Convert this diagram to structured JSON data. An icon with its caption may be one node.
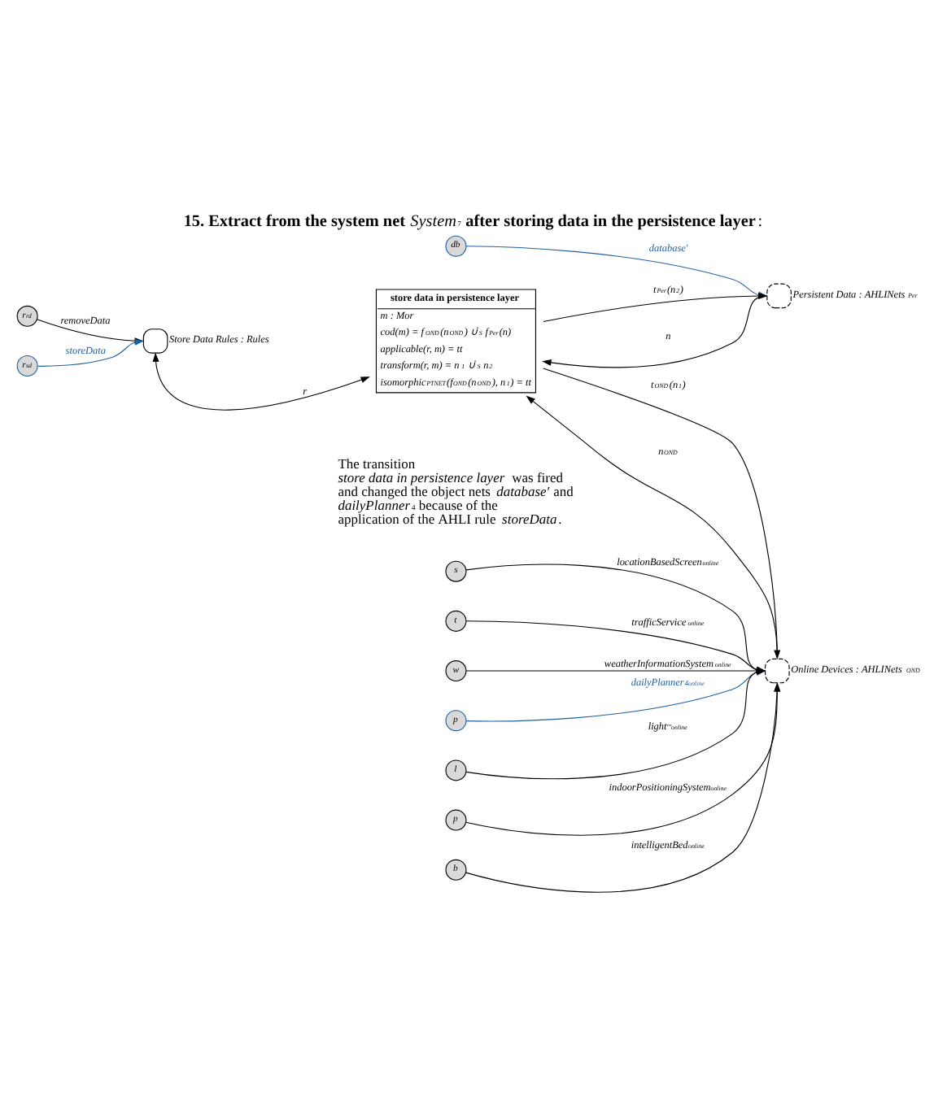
{
  "diagram": {
    "title": "**15. Extract from the system net** *System*$^{7}$ **after storing data in the persistence layer**:",
    "caption": "The transition *store data in persistence layer* was fired and changed the object nets *database′* and *dailyPlanner*$^{4}$ because of the application of the AHLI rule *storeData*.",
    "nodes": [
      {
        "text": [
          "r$_{rd}$"
        ]
      },
      {
        "text": [
          "r$_{sd}$"
        ]
      },
      {
        "text": [
          "db"
        ]
      },
      {
        "text": [],
        "shape": "circle",
        "beside": [
          "Store Data Rules : Rules"
        ]
      },
      {
        "text": [],
        "shape": "circle",
        "beside": [
          "Persistent Data : AHLINets$_{Per}$"
        ]
      },
      {
        "text": [
          "p"
        ]
      },
      {
        "text": [
          "l"
        ]
      },
      {
        "text": [],
        "shape": "circle",
        "beside": [
          "Online Devices : AHLINets$_{OND}$"
        ]
      },
      {
        "text": [
          "**store data in persistence layer**",
          "m : Mor",
          "cod(m) = f$_{OND}$(n$_{OND}$) ∪̇$_{S}$ f$_{Per}$(n)",
          "applicable(r, m) = tt",
          "transform(r, m) = n$_{1}$ ∪̇$_{S}$ n$_{2}$",
          "isomorphic$_{PTNET}$(f$_{OND}$(n$_{OND}$), n$_{1}$) = tt"
        ]
      },
      {
        "text": [
          "p"
        ]
      },
      {
        "text": [
          "b"
        ]
      },
      {
        "text": [
          "s"
        ]
      },
      {
        "text": [
          "t"
        ]
      },
      {
        "text": [
          "w"
        ]
      }
    ],
    "edges": [
      {
        "from": 0,
        "to": 3,
        "arrow": "to",
        "label": "removeData"
      },
      {
        "from": 1,
        "to": 3,
        "arrow": "to",
        "label": "storeData",
        "color": "#2060a0"
      },
      {
        "from": 2,
        "to": 4,
        "arrow": "to",
        "label": "database′",
        "color": "#2060a0"
      },
      {
        "from": 3,
        "to": 8,
        "arrow": "both",
        "label": "r"
      },
      {
        "from": 4,
        "to": 8,
        "arrow": "to",
        "label": "n"
      },
      {
        "from": 8,
        "to": 4,
        "arrow": "to",
        "label": "t$_{Per}$(n$_{2}$)"
      },
      {
        "from": 5,
        "to": 7,
        "arrow": "to",
        "label": "dailyPlanner$^{4}$$_{online}$",
        "color": "#2060a0"
      },
      {
        "from": 6,
        "to": 7,
        "arrow": "to",
        "label": "light$^{′′′}$$_{online}$"
      },
      {
        "from": 7,
        "to": 8,
        "arrow": "to",
        "label": "n$_{OND}$"
      },
      {
        "from": 8,
        "to": 7,
        "arrow": "to",
        "label": "t$_{OND}$(n$_{1}$)"
      },
      {
        "from": 9,
        "to": 7,
        "arrow": "to",
        "label": "indoorPositioningSystem$_{online}$"
      },
      {
        "from": 10,
        "to": 7,
        "arrow": "to",
        "label": "intelligentBed$_{online}$"
      },
      {
        "from": 11,
        "to": 7,
        "arrow": "to",
        "label": "locationBasedScreen$_{online}$"
      },
      {
        "from": 12,
        "to": 7,
        "arrow": "to",
        "label": "trafficService$_{online}$"
      },
      {
        "from": 13,
        "to": 7,
        "arrow": "to",
        "label": "weatherInformationSystem$_{online}$"
      }
    ]
  }
}
